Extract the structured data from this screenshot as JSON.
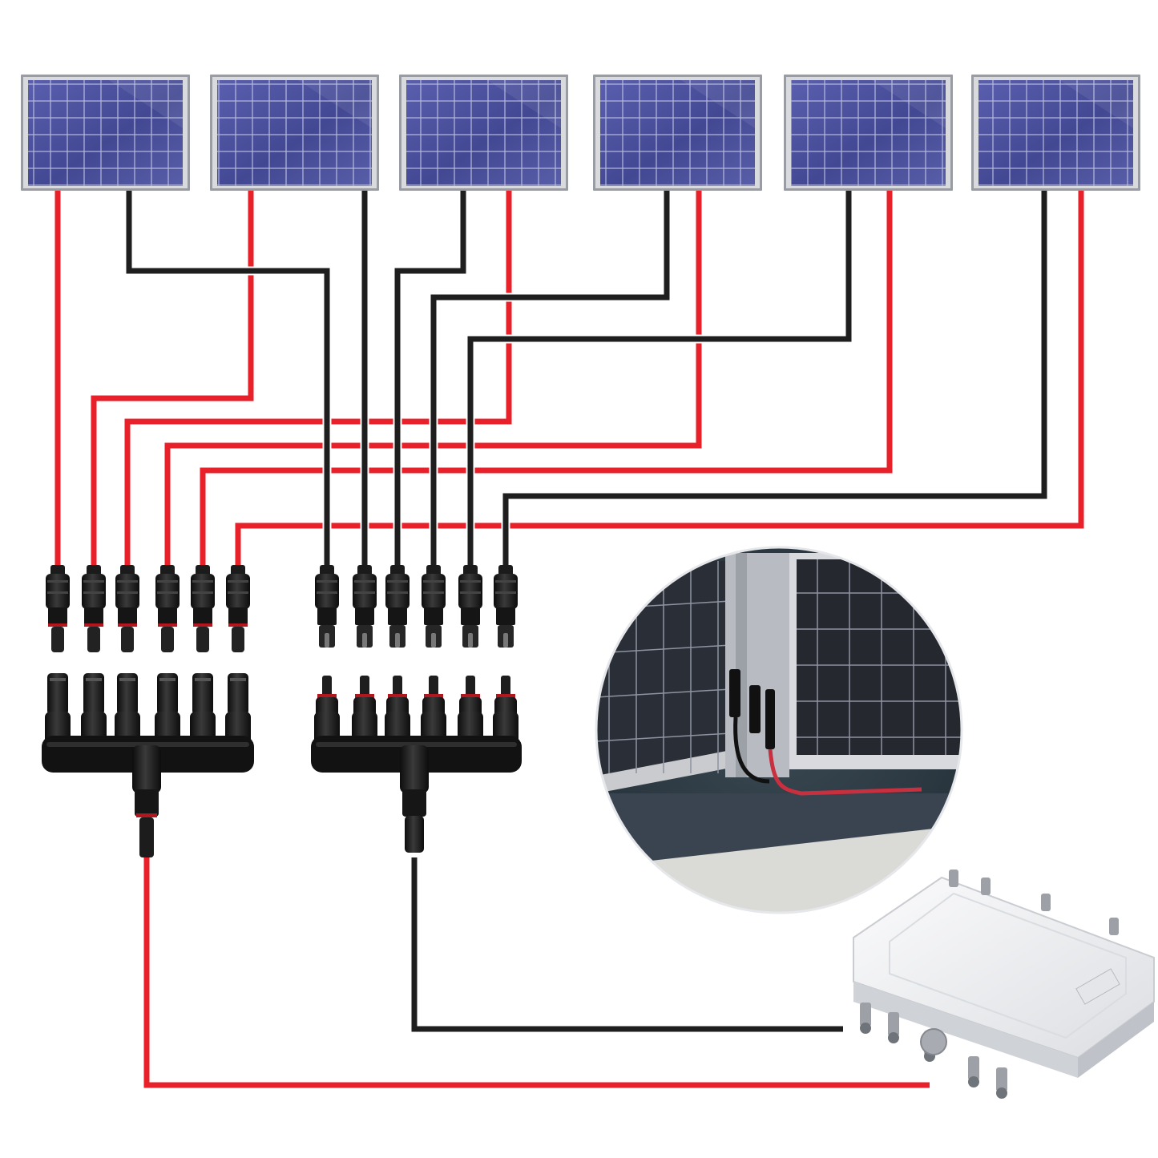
{
  "diagram": {
    "panel_count": 6,
    "connector_count_per_branch": 6,
    "branches": [
      {
        "name": "positive",
        "color": "#e8202a"
      },
      {
        "name": "negative",
        "color": "#1e1e1e"
      }
    ],
    "components": {
      "panels": [
        "solar-panel",
        "solar-panel",
        "solar-panel",
        "solar-panel",
        "solar-panel",
        "solar-panel"
      ],
      "branch_connectors": [
        "mc4-6to1-branch-connector-positive",
        "mc4-6to1-branch-connector-negative"
      ],
      "inset_photo": "installed-connector-photo",
      "inverter": "micro-inverter"
    },
    "colors": {
      "red_wire": "#e8202a",
      "black_wire": "#1e1e1e",
      "panel_cell": "#4a4f9c",
      "panel_frame": "#9a9ca3",
      "connector": "#1b1b1b",
      "inverter": "#f2f3f5",
      "background": "#ffffff"
    }
  }
}
